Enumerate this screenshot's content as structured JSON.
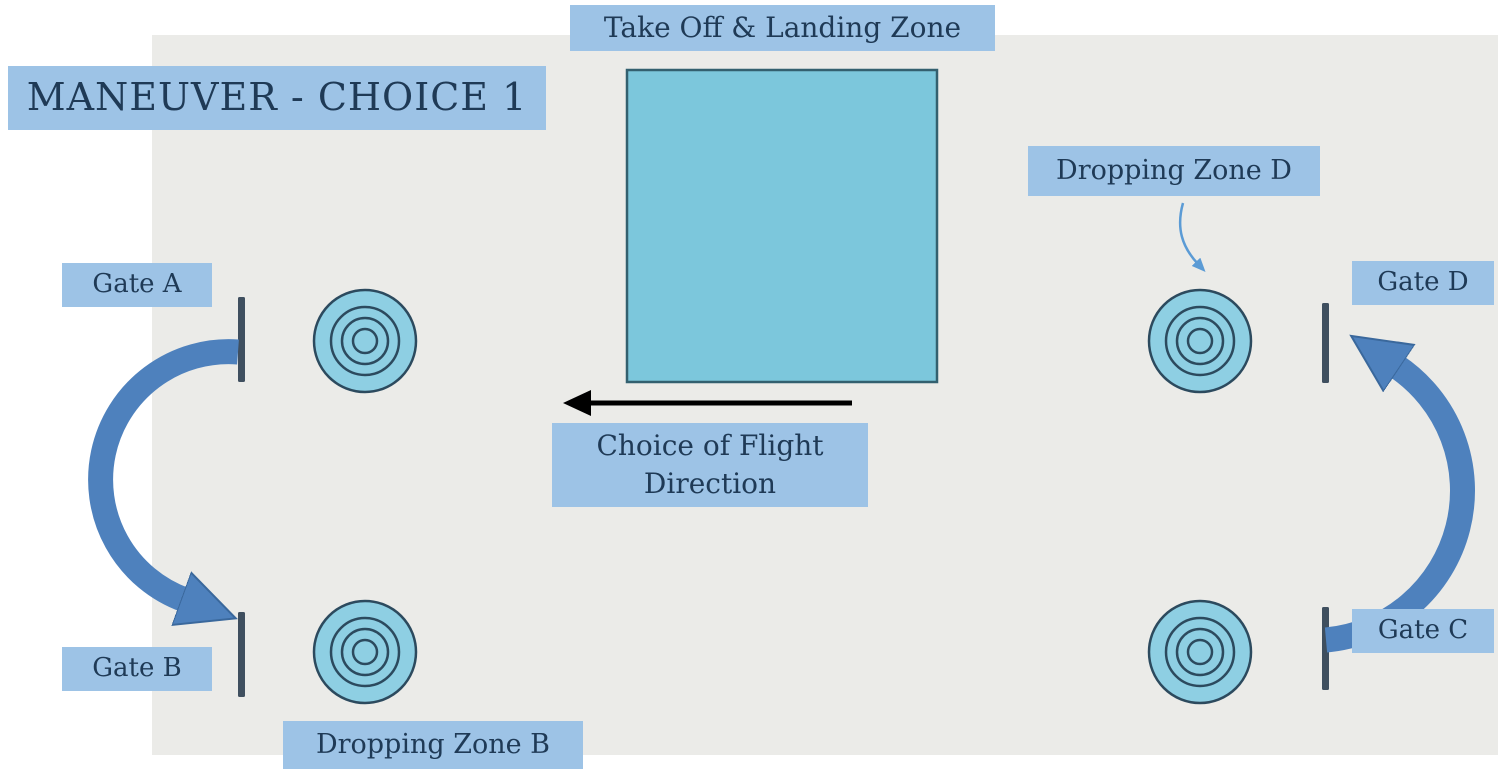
{
  "title": "MANEUVER - CHOICE 1",
  "zones": {
    "takeoff_landing": "Take Off & Landing Zone",
    "dropping_d": "Dropping Zone D",
    "dropping_b": "Dropping Zone B"
  },
  "gates": {
    "a": "Gate A",
    "b": "Gate B",
    "c": "Gate C",
    "d": "Gate D"
  },
  "flight_direction_label": "Choice of Flight Direction",
  "colors": {
    "label_bg": "#9dc3e6",
    "label_text": "#1f3a56",
    "field_bg": "#ebebe8",
    "takeoff_square_fill": "#7cc7dc",
    "takeoff_square_border": "#33606f",
    "target_fill": "#8ecfe3",
    "target_ring": "#2c4a5e",
    "gate_bar": "#3f4f5f",
    "curved_arrow": "#4e81bd",
    "curved_arrow_edge": "#3a689c",
    "pointer_arrow": "#5b9bd5",
    "flight_arrow": "#000000"
  }
}
